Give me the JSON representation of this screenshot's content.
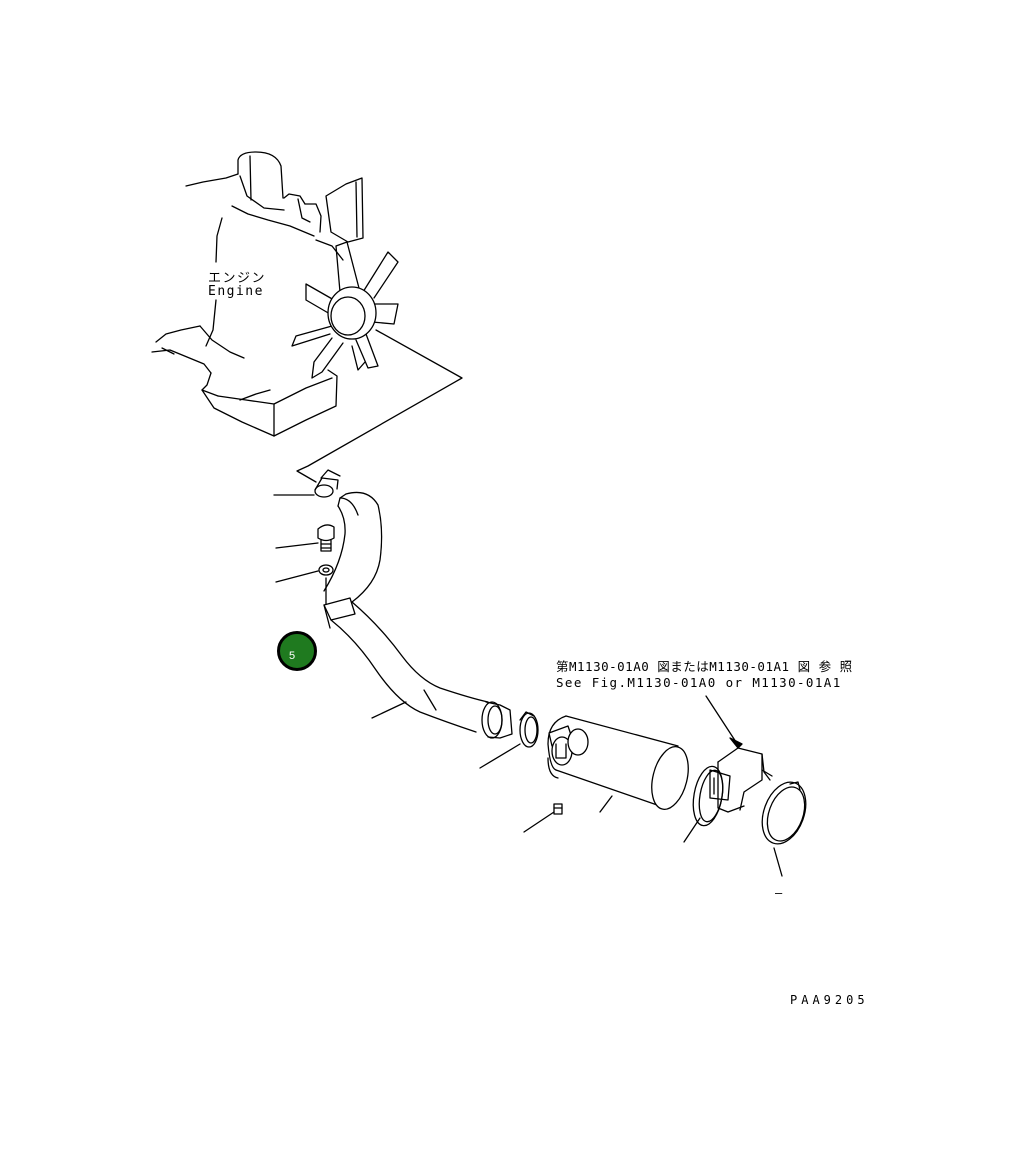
{
  "engine": {
    "label_jp": "エンジン",
    "label_en": "Engine"
  },
  "reference": {
    "jp": "第M1130-01A0 図またはM1130-01A1 図 参 照",
    "en": "See Fig.M1130-01A0 or M1130-01A1"
  },
  "callout": {
    "number": "5",
    "color": "#1f7a1f"
  },
  "figure_code": "PAA9205",
  "leader_mark": "–"
}
